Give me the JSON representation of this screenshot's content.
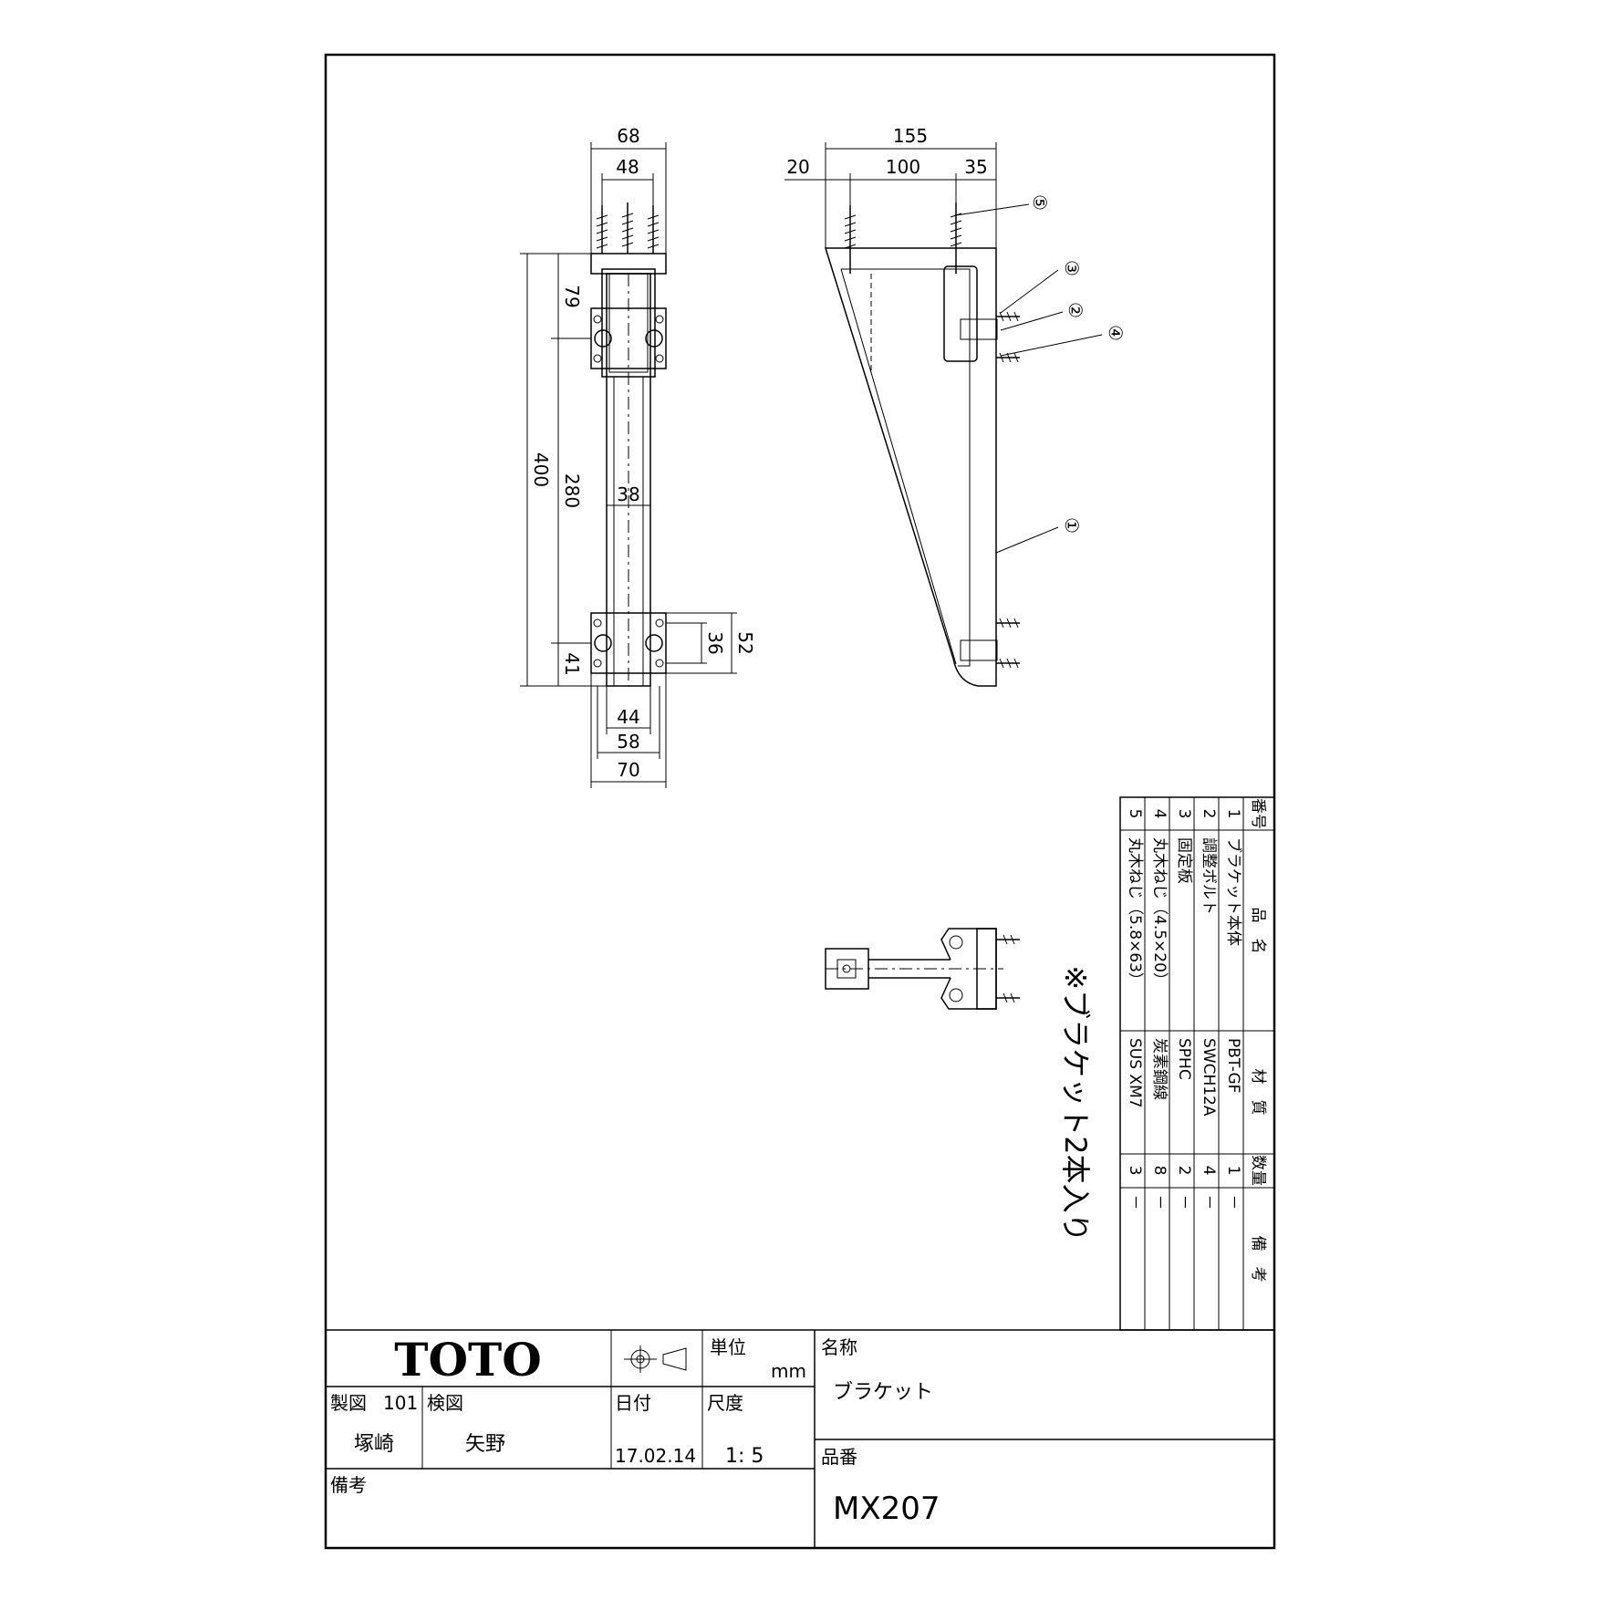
{
  "front_view": {
    "dims": {
      "top_outer": "68",
      "top_inner": "48",
      "total_height": "400",
      "upper_offset": "79",
      "span": "280",
      "lower_offset": "41",
      "column_width": "38",
      "bottom_hole": "36",
      "bottom_flange": "52",
      "bottom_inner": "44",
      "bottom_mid": "58",
      "bottom_outer": "70"
    }
  },
  "side_view": {
    "dims": {
      "depth": "155",
      "front": "20",
      "between": "100",
      "rear": "35"
    },
    "callouts": [
      "⑤",
      "③",
      "②",
      "④",
      "①"
    ]
  },
  "note": "※ブラケット2本入り",
  "parts_table": {
    "headers": {
      "no": "番号",
      "name": "品　名",
      "material": "材　質",
      "qty": "数量",
      "remarks": "備　考"
    },
    "rows": [
      {
        "no": "1",
        "name": "ブラケット本体",
        "material": "PBT-GF",
        "qty": "1",
        "remarks": "－"
      },
      {
        "no": "2",
        "name": "調整ボルト",
        "material": "SWCH12A",
        "qty": "4",
        "remarks": "－"
      },
      {
        "no": "3",
        "name": "固定板",
        "material": "SPHC",
        "qty": "2",
        "remarks": "－"
      },
      {
        "no": "4",
        "name": "丸木ねじ（4.5×20）",
        "material": "炭素鋼線",
        "qty": "8",
        "remarks": "－"
      },
      {
        "no": "5",
        "name": "丸木ねじ（5.8×63）",
        "material": "SUS XM7",
        "qty": "3",
        "remarks": "－"
      }
    ]
  },
  "title_block": {
    "logo": "TOTO",
    "unit_label": "単位",
    "unit_value": "mm",
    "name_label": "名称",
    "name_value": "ブラケット",
    "drawn_label": "製図",
    "drawn_no": "101",
    "drawn_by": "塚崎",
    "checked_label": "検図",
    "checked_by": "矢野",
    "date_label": "日付",
    "date_value": "17.02.14",
    "scale_label": "尺度",
    "scale_value": "1: 5",
    "part_no_label": "品番",
    "part_no_value": "MX207",
    "remarks_label": "備考"
  }
}
